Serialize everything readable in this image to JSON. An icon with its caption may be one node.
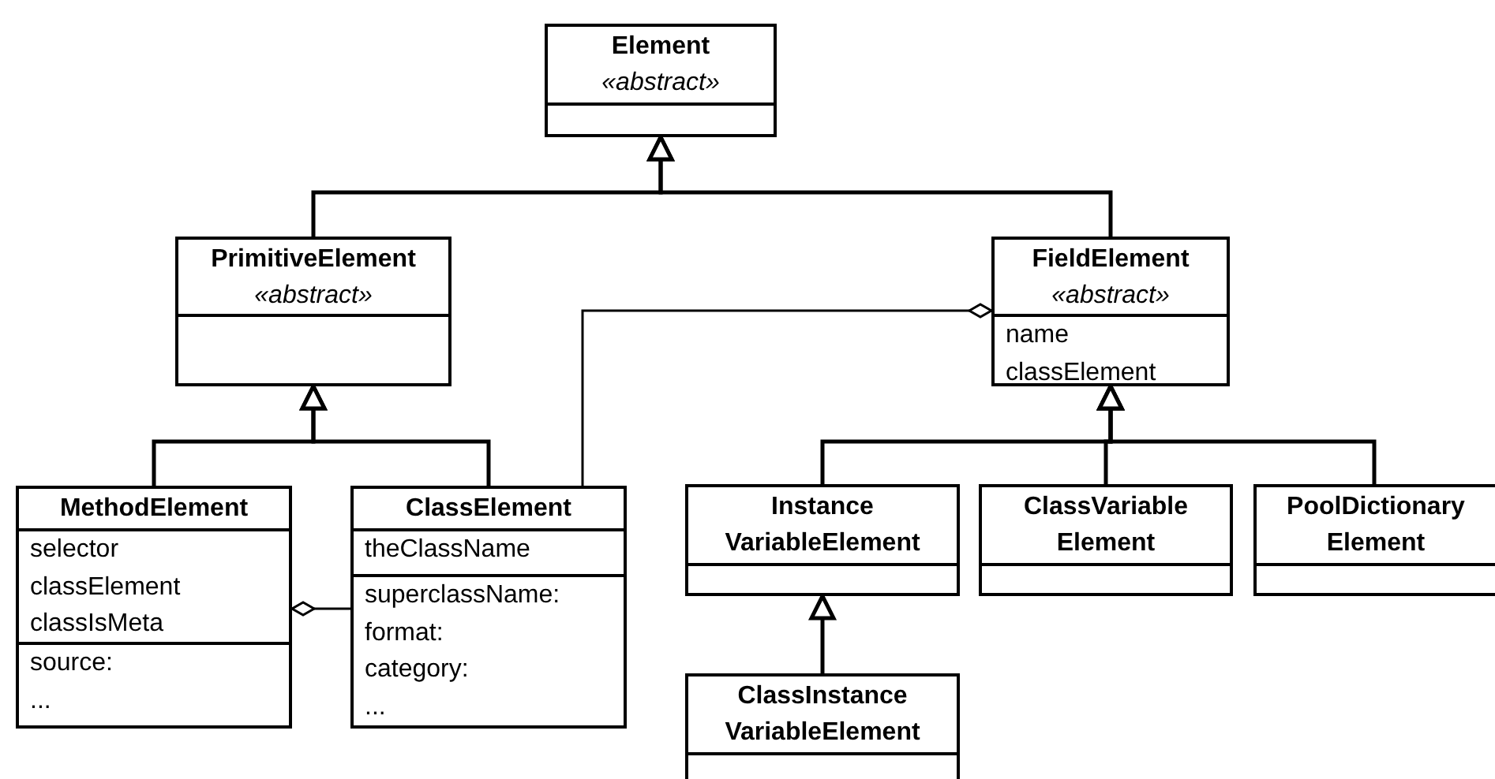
{
  "diagram": {
    "nodes": [
      {
        "text": [
          "Element",
          "«abstract»"
        ]
      },
      {
        "text": [
          "PrimitiveElement",
          "«abstract»"
        ]
      },
      {
        "text": [
          "FieldElement",
          "«abstract»",
          "name",
          "classElement"
        ]
      },
      {
        "text": [
          "MethodElement",
          "selector",
          "classElement",
          "classIsMeta",
          "source:",
          "..."
        ]
      },
      {
        "text": [
          "ClassElement",
          "theClassName",
          "superclassName:",
          "format:",
          "category:",
          "..."
        ]
      },
      {
        "text": [
          "Instance VariableElement"
        ]
      },
      {
        "text": [
          "ClassVariable Element"
        ]
      },
      {
        "text": [
          "PoolDictionary Element"
        ]
      },
      {
        "text": [
          "ClassInstance VariableElement"
        ]
      }
    ],
    "edges": [
      {
        "from": 1,
        "to": 0,
        "arrow": "to"
      },
      {
        "from": 2,
        "to": 0,
        "arrow": "to"
      },
      {
        "from": 3,
        "to": 1,
        "arrow": "to"
      },
      {
        "from": 4,
        "to": 1,
        "arrow": "to"
      },
      {
        "from": 5,
        "to": 2,
        "arrow": "to"
      },
      {
        "from": 6,
        "to": 2,
        "arrow": "to"
      },
      {
        "from": 7,
        "to": 2,
        "arrow": "to"
      },
      {
        "from": 8,
        "to": 5,
        "arrow": "to"
      },
      {
        "from": 4,
        "to": 2,
        "arrow": "other"
      },
      {
        "from": 4,
        "to": 3,
        "arrow": "other"
      }
    ]
  }
}
